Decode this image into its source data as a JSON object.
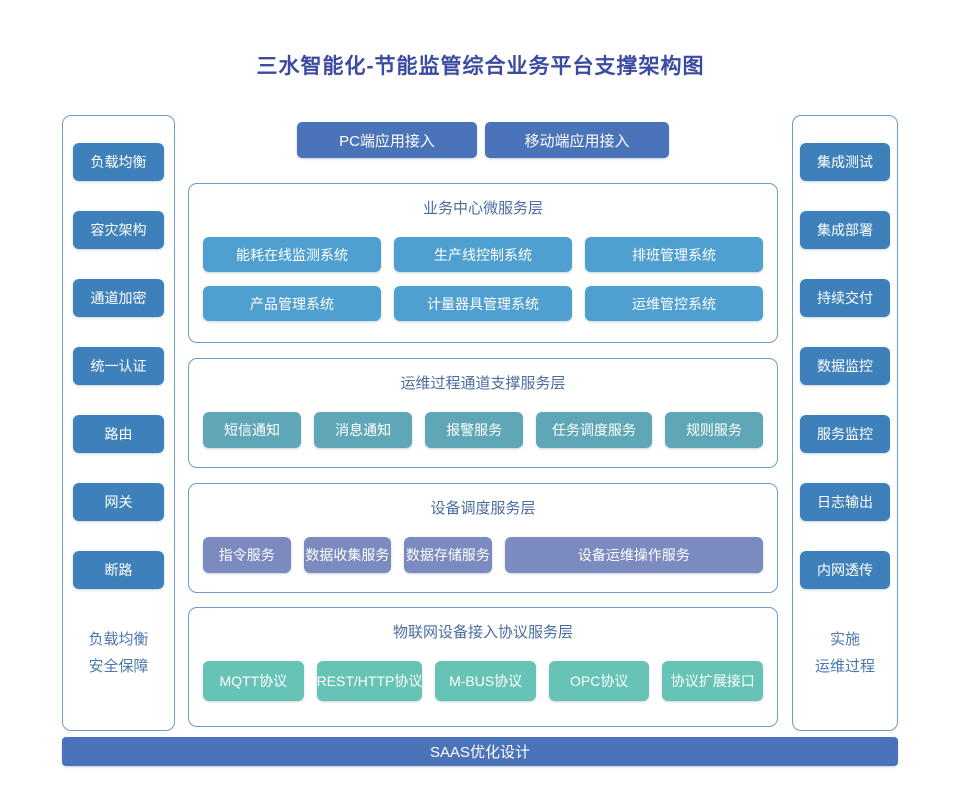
{
  "title": "三水智能化-节能监管综合业务平台支撑架构图",
  "top_buttons": [
    "PC端应用接入",
    "移动端应用接入"
  ],
  "left_panel": {
    "items": [
      "负载均衡",
      "容灾架构",
      "通道加密",
      "统一认证",
      "路由",
      "网关",
      "断路"
    ],
    "footer": [
      "负载均衡",
      "安全保障"
    ]
  },
  "right_panel": {
    "items": [
      "集成测试",
      "集成部署",
      "持续交付",
      "数据监控",
      "服务监控",
      "日志输出",
      "内网透传"
    ],
    "footer": [
      "实施",
      "运维过程"
    ]
  },
  "sections": [
    {
      "title": "业务中心微服务层",
      "rows": [
        [
          "能耗在线监测系统",
          "生产线控制系统",
          "排班管理系统"
        ],
        [
          "产品管理系统",
          "计量器具管理系统",
          "运维管控系统"
        ]
      ]
    },
    {
      "title": "运维过程通道支撑服务层",
      "rows": [
        [
          "短信通知",
          "消息通知",
          "报警服务",
          "任务调度服务",
          "规则服务"
        ]
      ]
    },
    {
      "title": "设备调度服务层",
      "rows": [
        [
          "指令服务",
          "数据收集服务",
          "数据存储服务",
          "设备运维操作服务"
        ]
      ]
    },
    {
      "title": "物联网设备接入协议服务层",
      "rows": [
        [
          "MQTT协议",
          "REST/HTTP协议",
          "M-BUS协议",
          "OPC协议",
          "协议扩展接口"
        ]
      ]
    }
  ],
  "bottom_bar": "SAAS优化设计",
  "colors": {
    "title_text": "#3B4BA0",
    "side_node": "#3E81BA",
    "accent_blue": "#4A73B9",
    "section_border": "#6D9CC8",
    "section_title_text": "#4A6DA0",
    "business_node": "#4FA0D0",
    "channel_node": "#5FA7B6",
    "device_node": "#7B8BC0",
    "protocol_node": "#66C3B6",
    "panel_footer_text": "#4B77B0"
  }
}
